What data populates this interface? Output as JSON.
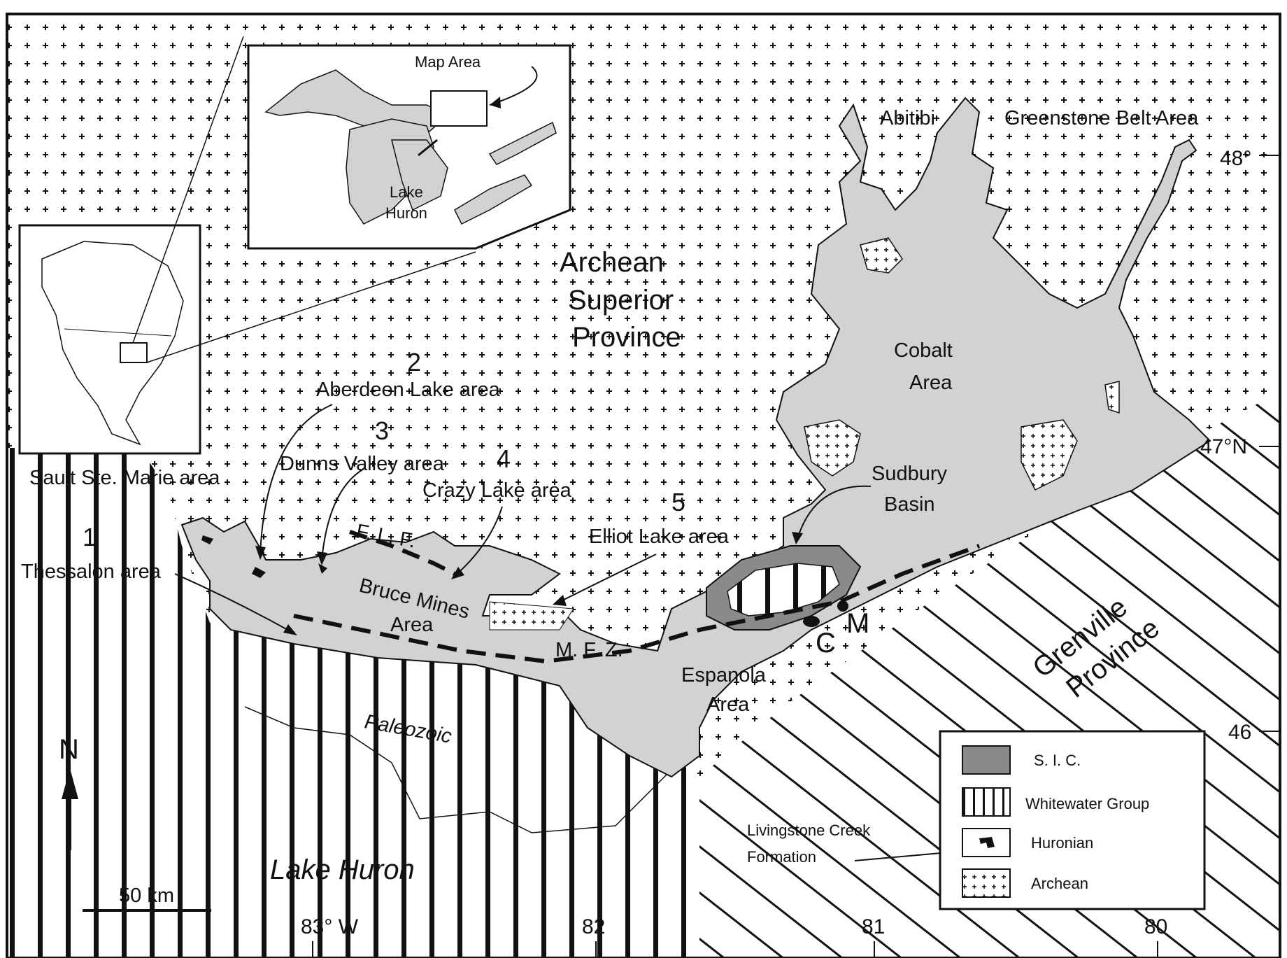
{
  "map": {
    "regions": {
      "archean_line1": "Archean",
      "archean_line2": "Superior",
      "archean_line3": "Province",
      "abitibi": "Abitibi",
      "greenstone": "Greenstone Belt Area",
      "cobalt_line1": "Cobalt",
      "cobalt_line2": "Area",
      "sudbury_line1": "Sudbury",
      "sudbury_line2": "Basin",
      "grenville_line1": "Grenville",
      "grenville_line2": "Province",
      "bruce_line1": "Bruce Mines",
      "bruce_line2": "Area",
      "espanola_line1": "Espanola",
      "espanola_line2": "Area",
      "paleozoic": "Paleozoic",
      "lake_huron": "Lake Huron"
    },
    "study_areas": [
      {
        "number": "1",
        "name": "Thessalon area",
        "extra": "Sault Ste. Marie area"
      },
      {
        "number": "2",
        "name": "Aberdeen Lake area"
      },
      {
        "number": "3",
        "name": "Dunns Valley area"
      },
      {
        "number": "4",
        "name": "Crazy Lake area"
      },
      {
        "number": "5",
        "name": "Elliot Lake area"
      }
    ],
    "faults": {
      "flf": "F. L. F.",
      "mfz": "M. F. Z."
    },
    "point_labels": {
      "c": "C",
      "m": "M"
    },
    "livingstone_line1": "Livingstone Creek",
    "livingstone_line2": "Formation",
    "north_label": "N",
    "scale_label": "50 km",
    "latitude_ticks": [
      "48°",
      "47°N",
      "46"
    ],
    "longitude_ticks": [
      "83° W",
      "82",
      "81",
      "80"
    ]
  },
  "inset": {
    "map_area_label": "Map Area",
    "lake_line1": "Lake",
    "lake_line2": "Huron"
  },
  "legend": {
    "items": [
      {
        "label": "S. I. C.",
        "pattern": "stipple-dark"
      },
      {
        "label": "Whitewater Group",
        "pattern": "vertical-lines"
      },
      {
        "label": "Huronian",
        "pattern": "huronian-symbol"
      },
      {
        "label": "Archean",
        "pattern": "plus-pattern"
      }
    ]
  },
  "colors": {
    "huronian_fill": "#d2d2d2",
    "sic_fill": "#8a8a8a",
    "ink": "#111111"
  }
}
